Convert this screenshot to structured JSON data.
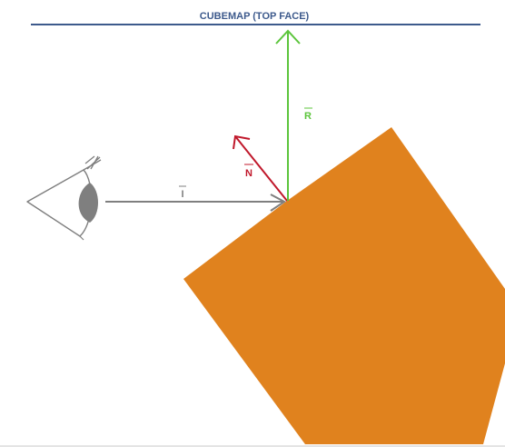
{
  "diagram": {
    "title": "CUBEMAP (TOP FACE)",
    "vectors": {
      "incident_label": "I",
      "normal_label": "N",
      "reflected_label": "R"
    },
    "colors": {
      "title_text": "#3d5a8c",
      "cubemap_face_line": "#3d5a8c",
      "incident_vector": "#7f7f7f",
      "normal_vector": "#c0182b",
      "reflected_vector": "#5cc53c",
      "surface_fill": "#e0821e",
      "eye_outline": "#7f7f7f",
      "eye_pupil": "#7f7f7f",
      "bottom_rule": "#dcdcdc"
    },
    "icons": {
      "eye": "eye-icon"
    }
  }
}
